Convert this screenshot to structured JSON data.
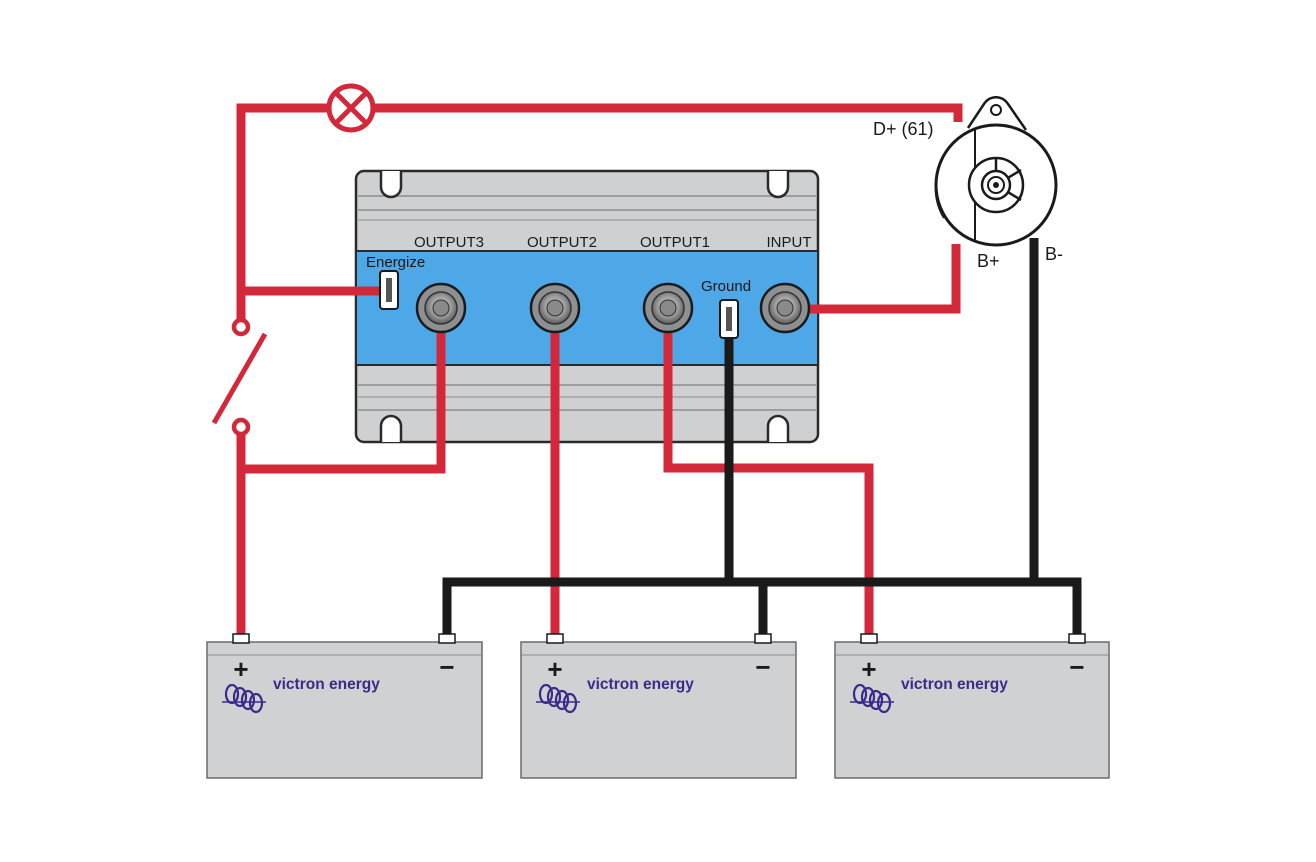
{
  "isolator": {
    "terminals": {
      "output3": "OUTPUT3",
      "output2": "OUTPUT2",
      "output1": "OUTPUT1",
      "input": "INPUT"
    },
    "energize_label": "Energize",
    "ground_label": "Ground"
  },
  "alternator": {
    "d_plus_label": "D+ (61)",
    "b_plus_label": "B+",
    "b_minus_label": "B-"
  },
  "batteries": [
    {
      "brand": "victron energy",
      "plus": "+",
      "minus": "−"
    },
    {
      "brand": "victron energy",
      "plus": "+",
      "minus": "−"
    },
    {
      "brand": "victron energy",
      "plus": "+",
      "minus": "−"
    }
  ],
  "colors": {
    "positive_wire": "#d3283a",
    "negative_wire": "#1a1a1a",
    "isolator_band": "#4ea7e6",
    "isolator_body": "#cfd0d2",
    "battery_body": "#d0d1d3",
    "brand_color": "#3b2a8a"
  },
  "icons": {
    "lamp": "lamp-indicator-icon",
    "switch": "switch-icon",
    "alternator": "alternator-icon",
    "battery_logo": "victron-logo-icon"
  }
}
